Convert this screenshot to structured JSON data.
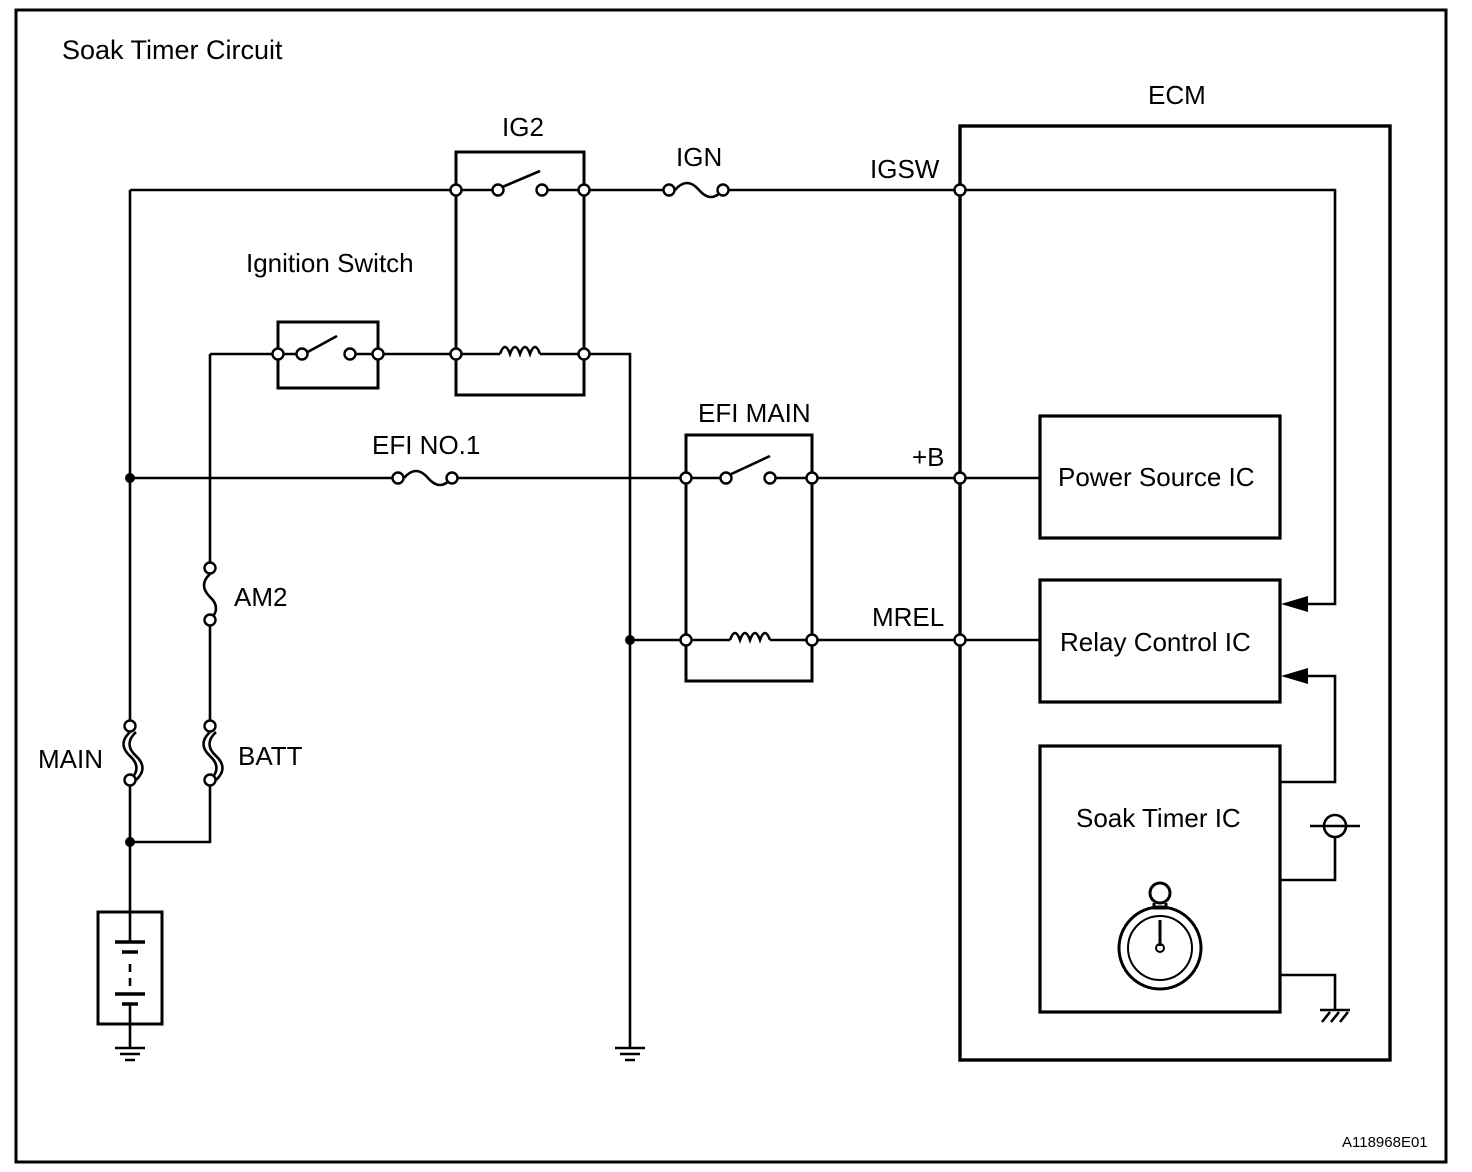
{
  "title": "Soak Timer Circuit",
  "labels": {
    "ecm": "ECM",
    "ig2": "IG2",
    "ign": "IGN",
    "igsw": "IGSW",
    "ignition_switch": "Ignition Switch",
    "efi_main": "EFI MAIN",
    "efi_no1": "EFI NO.1",
    "plus_b": "+B",
    "mrel": "MREL",
    "am2": "AM2",
    "main": "MAIN",
    "batt": "BATT"
  },
  "ics": {
    "power_source": "Power Source IC",
    "relay_control": "Relay Control IC",
    "soak_timer": "Soak Timer IC"
  },
  "reference": "A118968E01"
}
